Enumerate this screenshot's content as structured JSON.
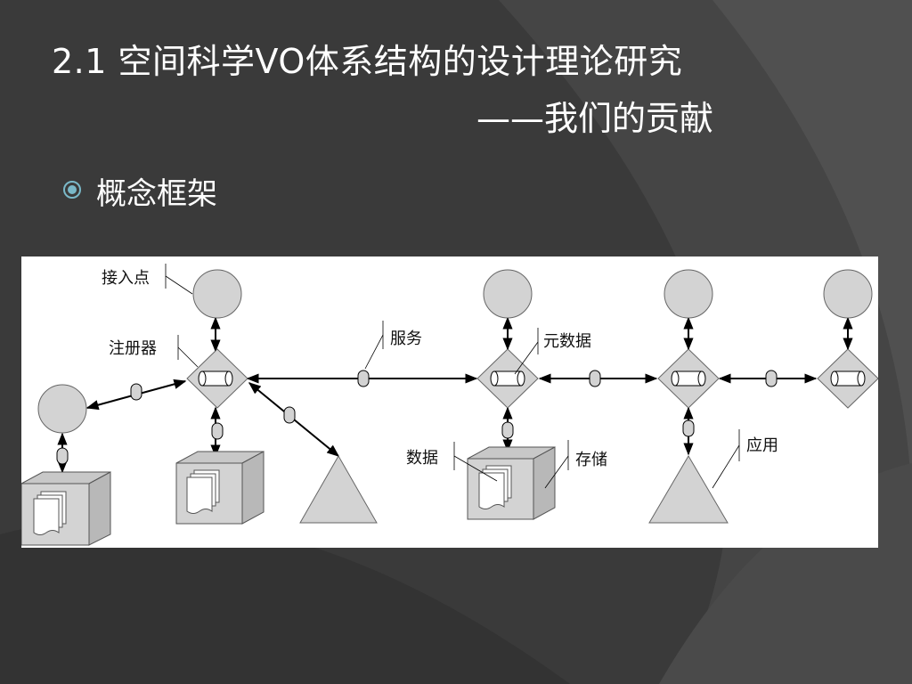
{
  "slide": {
    "title_line1": "2.1 空间科学VO体系结构的设计理论研究",
    "title_line2": "——我们的贡献",
    "bullet": "概念框架",
    "colors": {
      "background": "#3a3a3a",
      "title": "#ffffff",
      "bullet_icon": "#7ab8c8",
      "node_fill": "#d3d3d3"
    }
  },
  "diagram": {
    "labels": {
      "access_point": "接入点",
      "registry": "注册器",
      "service": "服务",
      "metadata": "元数据",
      "data": "数据",
      "storage": "存储",
      "application": "应用"
    }
  }
}
